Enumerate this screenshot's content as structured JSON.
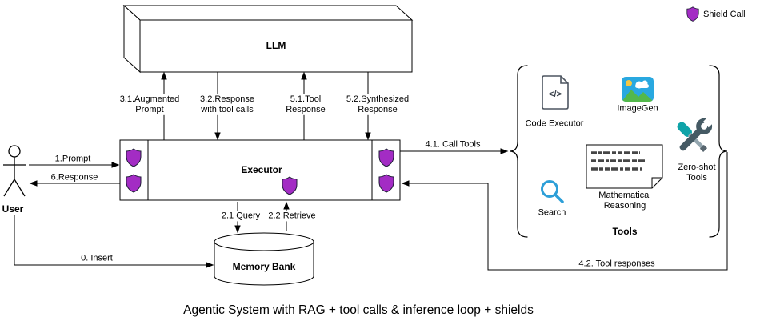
{
  "title": "Agentic System with RAG + tool calls & inference loop + shields",
  "legend": {
    "shield_label": "Shield Call"
  },
  "colors": {
    "shield": "#A32CC4",
    "search": "#2D9FD8",
    "image_sky": "#29A8E0",
    "image_hill": "#53B84B",
    "image_sun": "#F6C744",
    "tool_dark": "#455A64",
    "tool_teal": "#0FA3A8"
  },
  "nodes": {
    "llm": "LLM",
    "executor": "Executor",
    "memory_bank": "Memory Bank",
    "user": "User"
  },
  "tools": {
    "group_label": "Tools",
    "code_executor": "Code Executor",
    "code_glyph": "</>",
    "imagegen": "ImageGen",
    "search": "Search",
    "math_reasoning": "Mathematical\nReasoning",
    "zero_shot": "Zero-shot\nTools"
  },
  "edges": {
    "insert": "0. Insert",
    "prompt": "1.Prompt",
    "query": "2.1 Query",
    "retrieve": "2.2 Retrieve",
    "augmented_prompt": "3.1.Augmented\nPrompt",
    "response_with_tool_calls": "3.2.Response\nwith tool calls",
    "call_tools": "4.1. Call Tools",
    "tool_responses": "4.2. Tool responses",
    "tool_response": "5.1.Tool\nResponse",
    "synthesized_response": "5.2.Synthesized\nResponse",
    "response": "6.Response"
  }
}
